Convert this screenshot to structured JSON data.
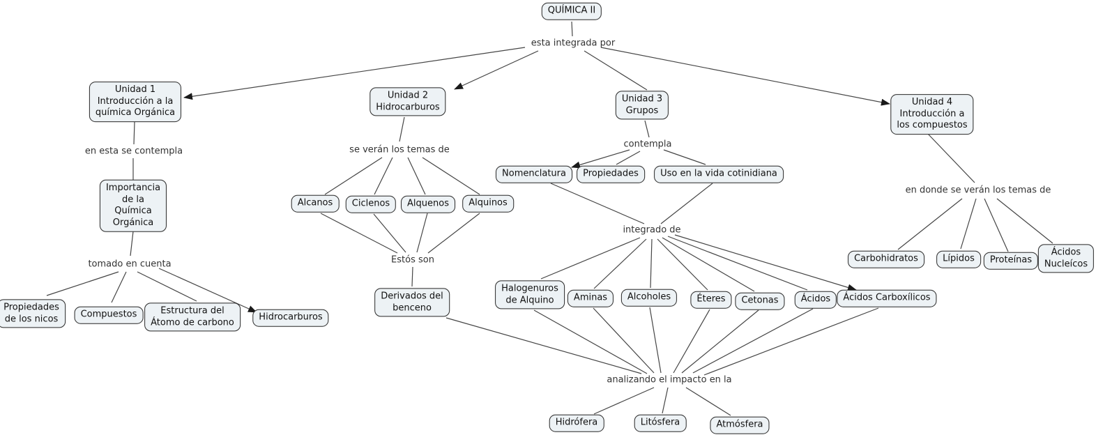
{
  "diagram": {
    "type": "concept-map",
    "root": "QUÍMICA II",
    "colors": {
      "node_fill": "#edf2f5",
      "node_border": "#2e2e2e",
      "edge": "#454545",
      "text": "#111111",
      "background": "#ffffff"
    }
  },
  "nodes": {
    "quimica_ii": {
      "label": "QUÍMICA II"
    },
    "unidad1": {
      "label": "Unidad 1\nIntroducción a la\nquímica  Orgánica"
    },
    "unidad2": {
      "label": "Unidad 2\nHidrocarburos"
    },
    "unidad3": {
      "label": "Unidad 3\nGrupos"
    },
    "unidad4": {
      "label": "Unidad 4\nIntroducción a\nlos compuestos"
    },
    "importancia": {
      "label": "Importancia\nde la\nQuímica\nOrgánica"
    },
    "prop_nicos": {
      "label": "Propiedades\nde los nicos"
    },
    "compuestos": {
      "label": "Compuestos"
    },
    "estructura": {
      "label": "Estructura del\nÁtomo de carbono"
    },
    "hidrocarburos": {
      "label": "Hidrocarburos"
    },
    "alcanos": {
      "label": "Alcanos"
    },
    "ciclenos": {
      "label": "Ciclenos"
    },
    "alquenos": {
      "label": "Alquenos"
    },
    "alquinos": {
      "label": "Alquinos"
    },
    "derivados": {
      "label": "Derivados del\nbenceno"
    },
    "nomenclatura": {
      "label": "Nomenclatura"
    },
    "propiedades": {
      "label": "Propiedades"
    },
    "uso_vida": {
      "label": "Uso en la vida cotinidiana"
    },
    "halogenuros": {
      "label": "Halogenuros\nde Alquino"
    },
    "aminas": {
      "label": "Aminas"
    },
    "alcoholes": {
      "label": "Alcoholes"
    },
    "eteres": {
      "label": "Éteres"
    },
    "cetonas": {
      "label": "Cetonas"
    },
    "acidos": {
      "label": "Ácidos"
    },
    "acidos_carboxilicos": {
      "label": "Ácidos Carboxílicos"
    },
    "hidrofera": {
      "label": "Hidrófera"
    },
    "litosfera": {
      "label": "Litósfera"
    },
    "atmosfera": {
      "label": "Atmósfera"
    },
    "carbohidratos": {
      "label": "Carbohidratos"
    },
    "lipidos": {
      "label": "Lípidos"
    },
    "proteinas": {
      "label": "Proteínas"
    },
    "acidos_nucleicos": {
      "label": "Ácidos\nNucleícos"
    }
  },
  "phrases": {
    "esta_integrada_por": {
      "label": "esta integrada por"
    },
    "en_esta_se_contempla": {
      "label": "en esta se contempla"
    },
    "tomado_en_cuenta": {
      "label": "tomado en cuenta"
    },
    "se_veran_los_temas_de": {
      "label": "se verán los temas de"
    },
    "estos_son": {
      "label": "Estós son"
    },
    "contempla": {
      "label": "contempla"
    },
    "integrado_de": {
      "label": "integrado de"
    },
    "en_donde_se_veran": {
      "label": "en donde se verán los temas de"
    },
    "analizando": {
      "label": "analizando el impacto  en la"
    }
  },
  "edges": [
    [
      "quimica_ii",
      "esta_integrada_por"
    ],
    [
      "esta_integrada_por",
      "unidad1",
      "arrow"
    ],
    [
      "esta_integrada_por",
      "unidad2",
      "arrow"
    ],
    [
      "esta_integrada_por",
      "unidad3"
    ],
    [
      "esta_integrada_por",
      "unidad4",
      "arrow"
    ],
    [
      "unidad1",
      "en_esta_se_contempla"
    ],
    [
      "en_esta_se_contempla",
      "importancia"
    ],
    [
      "importancia",
      "tomado_en_cuenta"
    ],
    [
      "tomado_en_cuenta",
      "prop_nicos"
    ],
    [
      "tomado_en_cuenta",
      "compuestos"
    ],
    [
      "tomado_en_cuenta",
      "estructura"
    ],
    [
      "tomado_en_cuenta",
      "hidrocarburos",
      "arrow"
    ],
    [
      "unidad2",
      "se_veran_los_temas_de"
    ],
    [
      "se_veran_los_temas_de",
      "alcanos"
    ],
    [
      "se_veran_los_temas_de",
      "ciclenos"
    ],
    [
      "se_veran_los_temas_de",
      "alquenos"
    ],
    [
      "se_veran_los_temas_de",
      "alquinos"
    ],
    [
      "alcanos",
      "estos_son"
    ],
    [
      "ciclenos",
      "estos_son"
    ],
    [
      "alquenos",
      "estos_son"
    ],
    [
      "alquinos",
      "estos_son"
    ],
    [
      "estos_son",
      "derivados"
    ],
    [
      "derivados",
      "analizando"
    ],
    [
      "unidad3",
      "contempla"
    ],
    [
      "contempla",
      "nomenclatura",
      "arrow"
    ],
    [
      "contempla",
      "propiedades"
    ],
    [
      "contempla",
      "uso_vida"
    ],
    [
      "nomenclatura",
      "integrado_de"
    ],
    [
      "uso_vida",
      "integrado_de"
    ],
    [
      "integrado_de",
      "halogenuros"
    ],
    [
      "integrado_de",
      "aminas"
    ],
    [
      "integrado_de",
      "alcoholes"
    ],
    [
      "integrado_de",
      "eteres"
    ],
    [
      "integrado_de",
      "cetonas"
    ],
    [
      "integrado_de",
      "acidos"
    ],
    [
      "integrado_de",
      "acidos_carboxilicos",
      "arrow"
    ],
    [
      "halogenuros",
      "analizando"
    ],
    [
      "aminas",
      "analizando"
    ],
    [
      "alcoholes",
      "analizando"
    ],
    [
      "eteres",
      "analizando"
    ],
    [
      "cetonas",
      "analizando"
    ],
    [
      "acidos",
      "analizando"
    ],
    [
      "acidos_carboxilicos",
      "analizando"
    ],
    [
      "analizando",
      "hidrofera"
    ],
    [
      "analizando",
      "litosfera"
    ],
    [
      "analizando",
      "atmosfera"
    ],
    [
      "unidad4",
      "en_donde_se_veran"
    ],
    [
      "en_donde_se_veran",
      "carbohidratos"
    ],
    [
      "en_donde_se_veran",
      "lipidos"
    ],
    [
      "en_donde_se_veran",
      "proteinas"
    ],
    [
      "en_donde_se_veran",
      "acidos_nucleicos"
    ]
  ]
}
